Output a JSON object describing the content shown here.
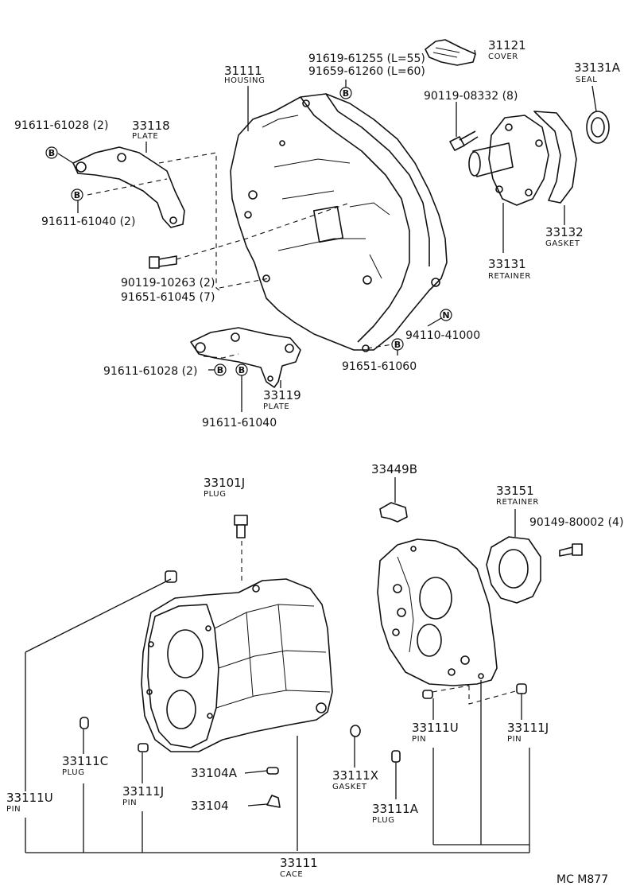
{
  "upper_group": {
    "housing": {
      "number": "31111",
      "name": "HOUSING"
    },
    "cover": {
      "number": "31121",
      "name": "COVER"
    },
    "seal": {
      "number": "33131A",
      "name": "SEAL"
    },
    "plate_upper": {
      "number": "33118",
      "name": "PLATE"
    },
    "plate_lower": {
      "number": "33119",
      "name": "PLATE"
    },
    "retainer": {
      "number": "33131",
      "name": "RETAINER"
    },
    "gasket": {
      "number": "33132",
      "name": "GASKET"
    },
    "bolt_l55": "91619-61255 (L=55)",
    "bolt_l60": "91659-61260 (L=60)",
    "bolt_8": "90119-08332 (8)",
    "bolt_plate_a": "91611-61028 (2)",
    "bolt_plate_b": "91611-61040 (2)",
    "bolt_housing_a": "90119-10263 (2)",
    "bolt_housing_b": "91651-61045 (7)",
    "nut": "94110-41000",
    "bolt_housing_c": "91651-61060",
    "bolt_plate_c": "91611-61028 (2)",
    "bolt_plate_d": "91611-61040"
  },
  "lower_group": {
    "plug_top": {
      "number": "33101J",
      "name": "PLUG"
    },
    "bracket": {
      "number": "33449B"
    },
    "retainer": {
      "number": "33151",
      "name": "RETAINER"
    },
    "bolt_4": "90149-80002 (4)",
    "pin_u_right": {
      "number": "33111U",
      "name": "PIN"
    },
    "pin_j_right": {
      "number": "33111J",
      "name": "PIN"
    },
    "plug_c": {
      "number": "33111C",
      "name": "PLUG"
    },
    "pin_u_left": {
      "number": "33111U",
      "name": "PIN"
    },
    "pin_j_left": {
      "number": "33111J",
      "name": "PIN"
    },
    "part_33104a": "33104A",
    "part_33104": "33104",
    "gasket_x": {
      "number": "33111X",
      "name": "GASKET"
    },
    "plug_a": {
      "number": "33111A",
      "name": "PLUG"
    },
    "case": {
      "number": "33111",
      "name": "CACE"
    }
  },
  "markers": {
    "bolt": "B",
    "nut": "N"
  },
  "footer": {
    "code": "MC  M877"
  }
}
